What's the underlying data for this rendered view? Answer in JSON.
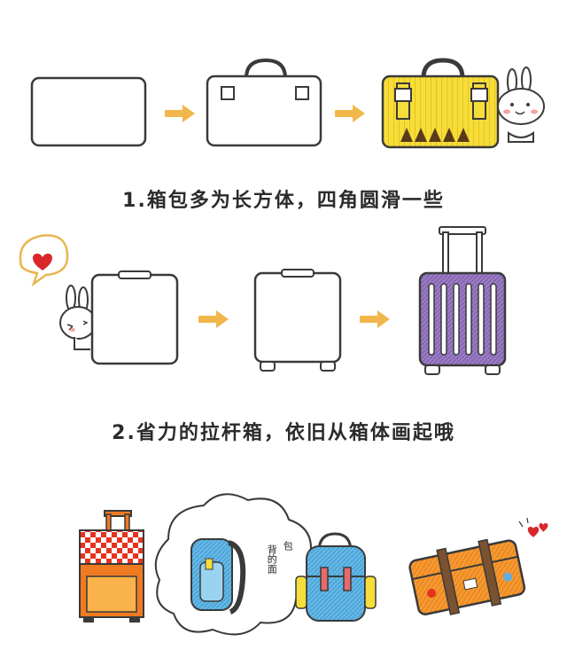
{
  "step1": {
    "caption": "1.箱包多为长方体，四角圆滑一些"
  },
  "step2": {
    "caption": "2.省力的拉杆箱，依旧从箱体画起哦"
  },
  "backpack_note": {
    "label_left": "背的面",
    "label_right": "包"
  },
  "colors": {
    "outline": "#3a3a3a",
    "arrow": "#f2b74a",
    "briefcase_fill": "#f6dd3a",
    "trolley_fill": "#8b6bb5",
    "heart": "#d8262a",
    "bubble_border": "#e8b652",
    "orange_case": "#f07a22",
    "blue_pack": "#5fb0e0"
  }
}
